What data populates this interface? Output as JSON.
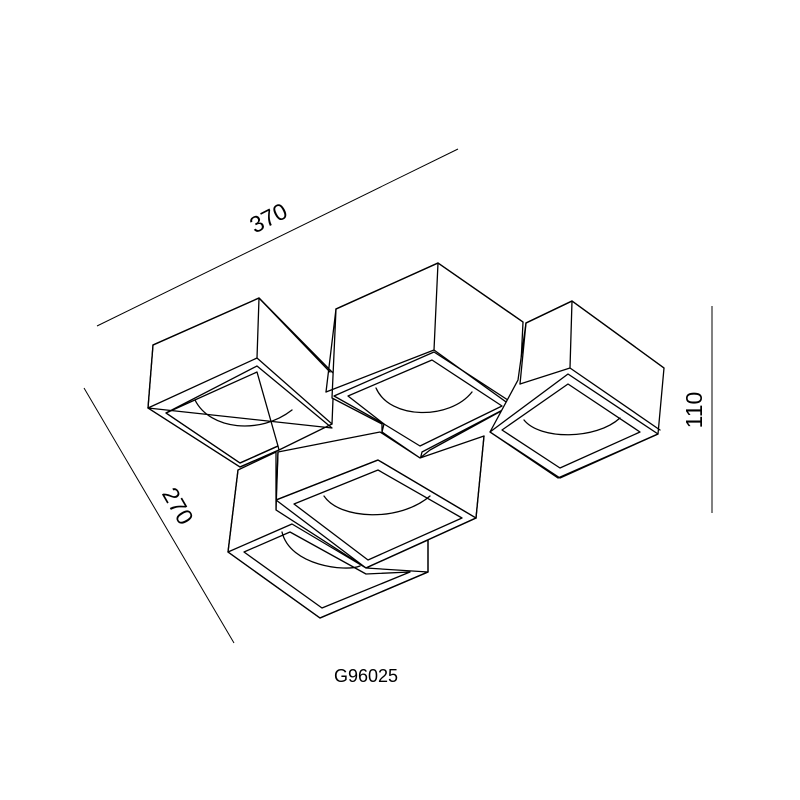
{
  "drawing": {
    "dimensions": {
      "length": "370",
      "depth": "270",
      "height": "110"
    },
    "model_code": "G96025"
  },
  "colors": {
    "line": "#000000",
    "background": "#ffffff"
  }
}
